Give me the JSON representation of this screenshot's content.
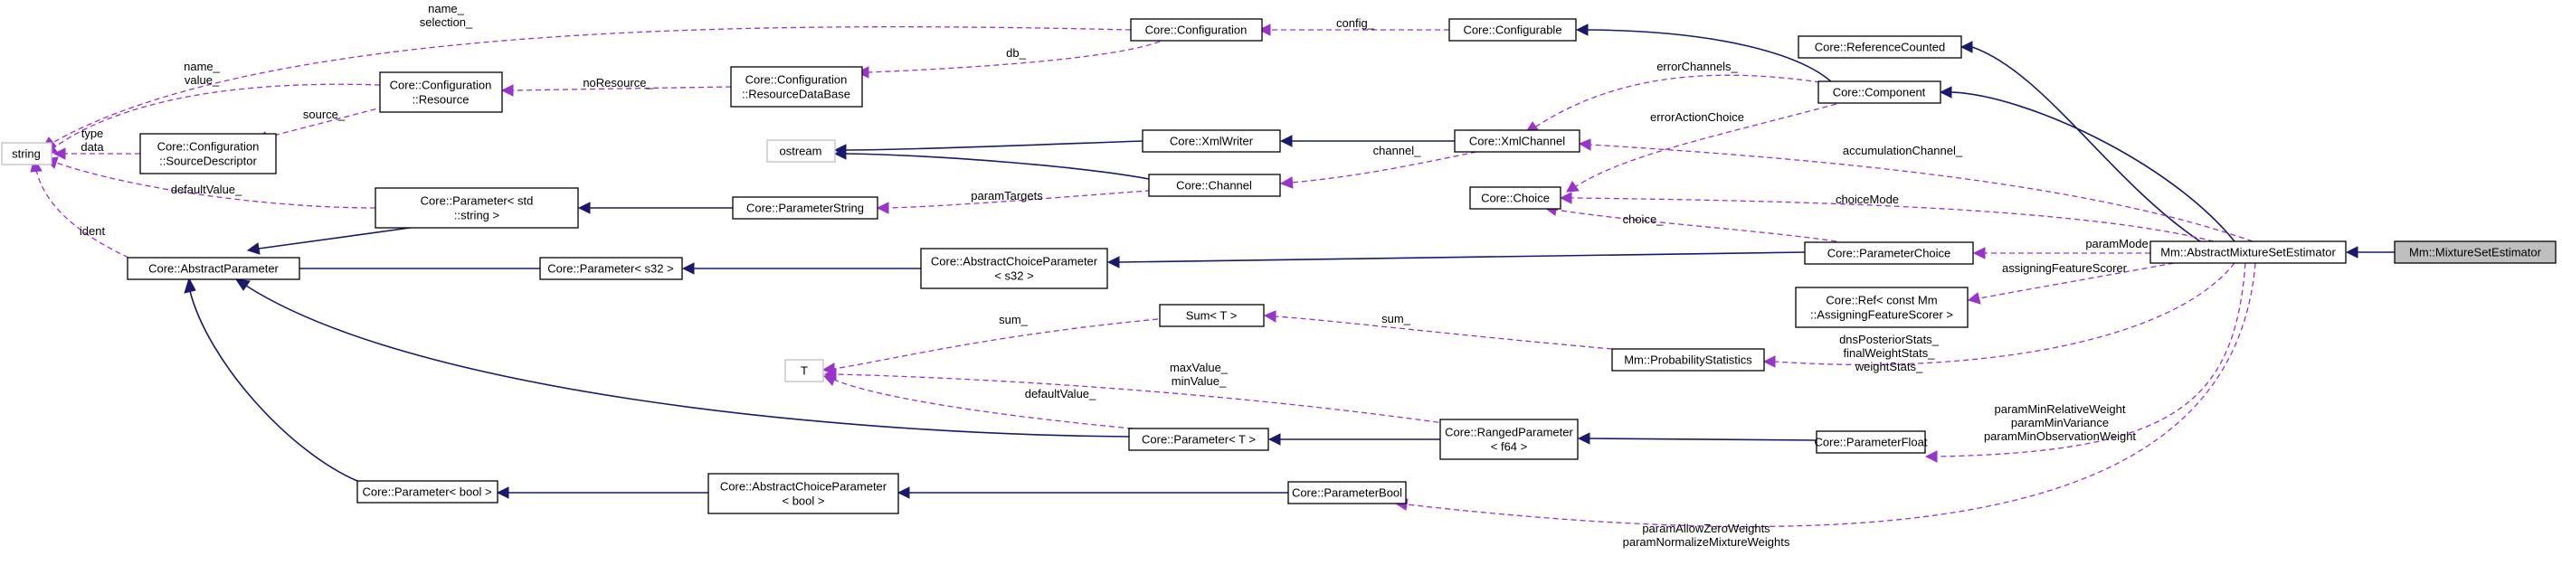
{
  "nodes": {
    "string": "string",
    "core_abstract_parameter": "Core::AbstractParameter",
    "core_configuration": "Core::Configuration",
    "core_configurable": "Core::Configurable",
    "core_reference_counted": "Core::ReferenceCounted",
    "core_configuration_resource": [
      "Core::Configuration",
      "::Resource"
    ],
    "core_configuration_resource_database": [
      "Core::Configuration",
      "::ResourceDataBase"
    ],
    "core_component": "Core::Component",
    "core_configuration_source_descriptor": [
      "Core::Configuration",
      "::SourceDescriptor"
    ],
    "ostream": "ostream",
    "core_xml_writer": "Core::XmlWriter",
    "core_xml_channel": "Core::XmlChannel",
    "core_channel": "Core::Channel",
    "core_parameter_std_string": [
      "Core::Parameter< std",
      "::string >"
    ],
    "core_parameter_string": "Core::ParameterString",
    "core_choice": "Core::Choice",
    "core_parameter_s32": "Core::Parameter< s32 >",
    "core_abstract_choice_parameter_s32": [
      "Core::AbstractChoiceParameter",
      "< s32 >"
    ],
    "core_parameter_choice": "Core::ParameterChoice",
    "mm_abstract_mixture_set_estimator": "Mm::AbstractMixtureSetEstimator",
    "mm_mixture_set_estimator": "Mm::MixtureSetEstimator",
    "core_ref_assigning_feature_scorer": [
      "Core::Ref< const Mm",
      "::AssigningFeatureScorer >"
    ],
    "sum_t": "Sum< T >",
    "t": "T",
    "mm_probability_statistics": "Mm::ProbabilityStatistics",
    "core_parameter_t": "Core::Parameter< T >",
    "core_ranged_parameter_f64": [
      "Core::RangedParameter",
      "< f64 >"
    ],
    "core_parameter_float": "Core::ParameterFloat",
    "core_parameter_bool": "Core::Parameter< bool >",
    "core_abstract_choice_parameter_bool": [
      "Core::AbstractChoiceParameter",
      "< bool >"
    ],
    "core_parameter_bool_class": "Core::ParameterBool"
  },
  "edge_labels": {
    "name_selection": [
      "name_",
      "selection_"
    ],
    "name_value": [
      "name_",
      "value_"
    ],
    "type_data": [
      "type",
      "data"
    ],
    "source": "source_",
    "no_resource": "noResource_",
    "db": "db_",
    "config": "config_",
    "ident": "ident",
    "default_value_string": "defaultValue_",
    "error_channels": "errorChannels_",
    "error_action_choice": "errorActionChoice",
    "channel": "channel_",
    "accumulation_channel": "accumulationChannel_",
    "param_targets": "paramTargets",
    "choice_mode": "choiceMode",
    "choice": "choice_",
    "param_mode": "paramMode",
    "assigning_feature_scorer": "assigningFeatureScorer",
    "sum": "sum_",
    "stats": [
      "dnsPosteriorStats_",
      "finalWeightStats_",
      "weightStats_"
    ],
    "max_min_value": [
      "maxValue_",
      "minValue_"
    ],
    "default_value_t": "defaultValue_",
    "float_params": [
      "paramMinRelativeWeight",
      "paramMinVariance",
      "paramMinObservationWeight"
    ],
    "bool_params": [
      "paramAllowZeroWeights",
      "paramNormalizeMixtureWeights"
    ]
  },
  "colors": {
    "inheritance": "#191970",
    "usage": "#9a32cd",
    "external": "#bfbfbf",
    "focus_fill": "#bfbfbf"
  }
}
